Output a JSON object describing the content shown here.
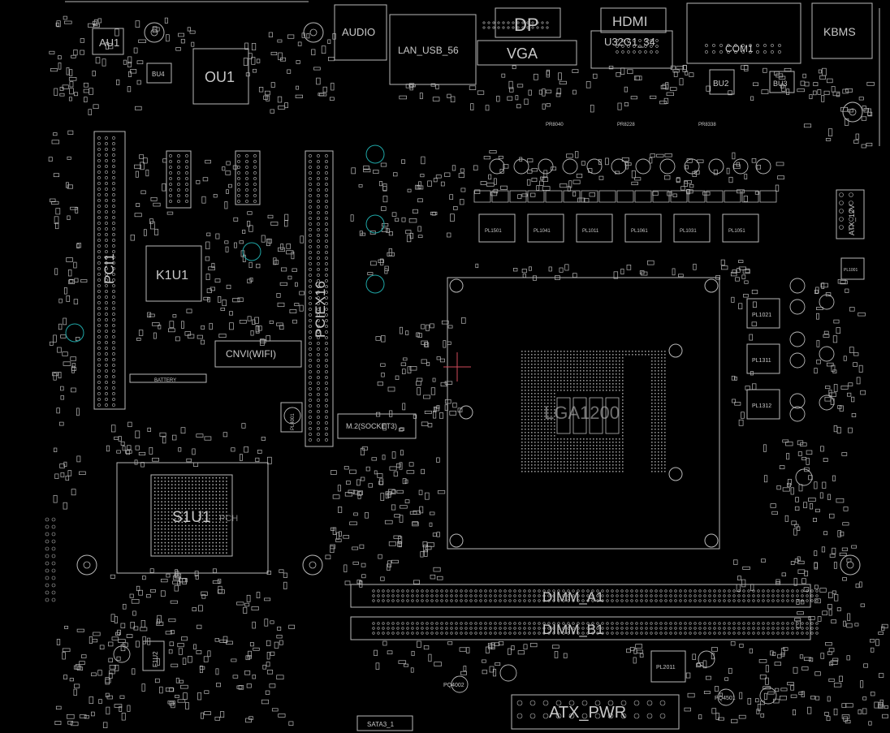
{
  "colors": {
    "background": "#000000",
    "trace": "#b8b8b8",
    "label": "#c8c8c8",
    "mounting_hole": "#1fa6a6",
    "cursor": "#d04a5a"
  },
  "labels": {
    "au1": "AU1",
    "bu4": "BU4",
    "ou1": "OU1",
    "audio": "AUDIO",
    "lan": "LAN_USB_56",
    "dp": "DP",
    "vga": "VGA",
    "hdmi": "HDMI",
    "u32": "U32G1_34",
    "com1": "COM1",
    "kbms": "KBMS",
    "bu2": "BU2",
    "bu3": "BU3",
    "pci1": "PCI1",
    "k1u1": "K1U1",
    "pciex16": "PCIEX16",
    "cnvi": "CNVI(WIFI)",
    "battery": "BATTERY",
    "m2": "M.2(SOCKET3)",
    "lga": "LGA1200",
    "s1u1": "S1U1",
    "pch": "PCH",
    "dimm_a1": "DIMM_A1",
    "dimm_b1": "DIMM_B1",
    "atx_pwr": "ATX_PWR",
    "atx_12v": "ATX_12V",
    "sata": "SATA3_1",
    "f1u2": "F1U2",
    "pl2011": "PL2011",
    "pq4002": "PQ4002",
    "pq4501": "PQ4501",
    "pl4001": "PL4001",
    "pl1021": "PL1021",
    "pl1311": "PL1311",
    "pl1312": "PL1312",
    "pl1001": "PL1001",
    "pl_row": [
      "PL1501",
      "PL1041",
      "PL1011",
      "PL1061",
      "PL1031",
      "PL1051"
    ],
    "pr_row": [
      "PR8040",
      "PR8228",
      "PR8338"
    ]
  }
}
